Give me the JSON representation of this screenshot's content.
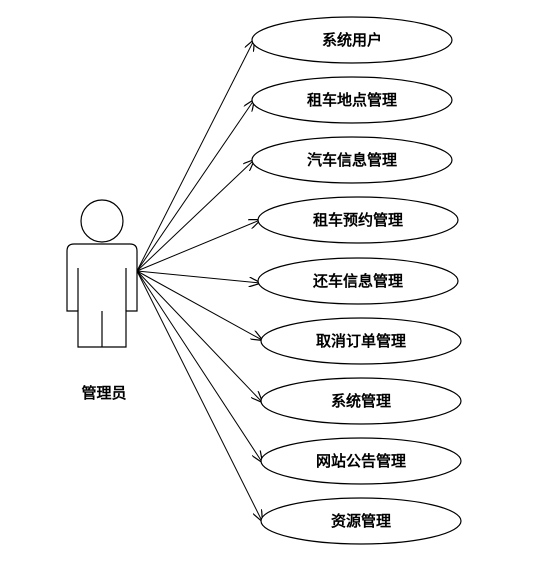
{
  "actor": {
    "label": "管理员"
  },
  "use_cases": [
    {
      "label": "系统用户"
    },
    {
      "label": "租车地点管理"
    },
    {
      "label": "汽车信息管理"
    },
    {
      "label": "租车预约管理"
    },
    {
      "label": "还车信息管理"
    },
    {
      "label": "取消订单管理"
    },
    {
      "label": "系统管理"
    },
    {
      "label": "网站公告管理"
    },
    {
      "label": "资源管理"
    }
  ]
}
